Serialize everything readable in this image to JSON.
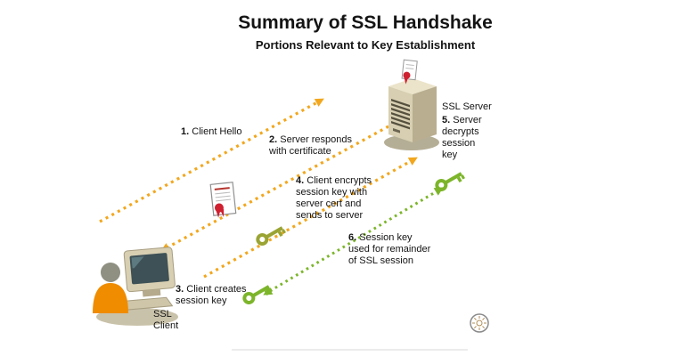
{
  "title": "Summary of SSL Handshake",
  "subtitle": "Portions Relevant to Key Establishment",
  "nodes": {
    "server": "SSL Server",
    "client": "SSL\nClient"
  },
  "steps": [
    {
      "num": "1.",
      "text": "Client Hello"
    },
    {
      "num": "2.",
      "text": "Server responds\nwith certificate"
    },
    {
      "num": "3.",
      "text": "Client creates\nsession key"
    },
    {
      "num": "4.",
      "text": "Client encrypts\nsession key with\nserver cert and\nsends to server"
    },
    {
      "num": "5.",
      "text": "Server\ndecrypts\nsession\nkey"
    },
    {
      "num": "6.",
      "text": "Session key\nused for remainder\nof SSL session"
    }
  ],
  "colors": {
    "arrow_orange": "#f2a71e",
    "arrow_green": "#7cb52a",
    "key_olive": "#9aa433",
    "text": "#141414"
  }
}
